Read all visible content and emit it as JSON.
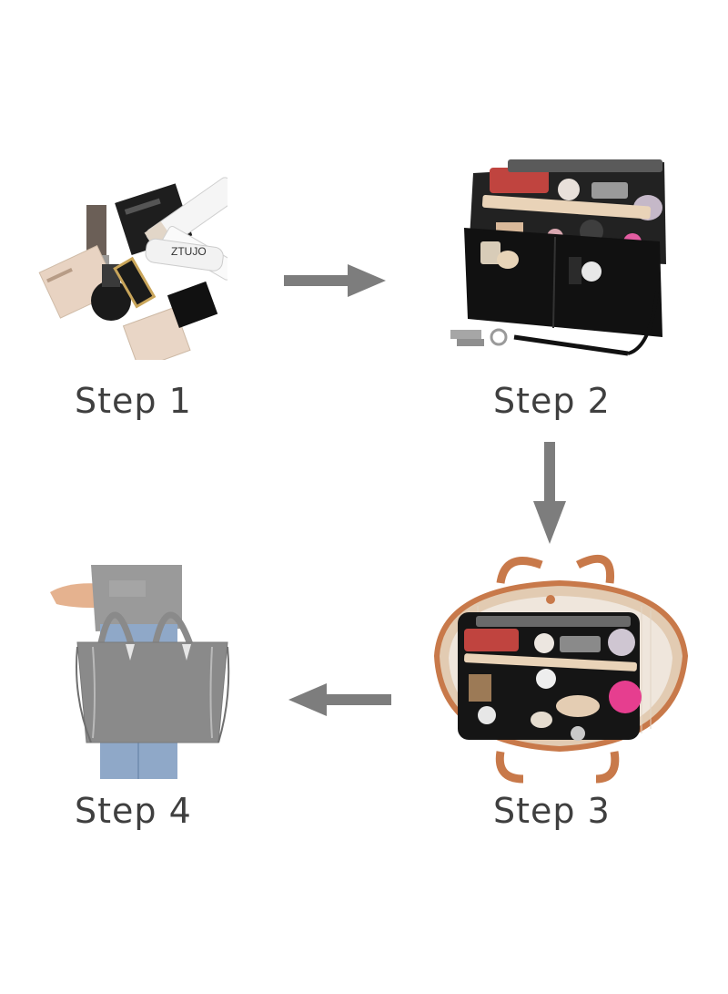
{
  "steps": [
    {
      "label": "Step 1",
      "brand_text": "ZTUJO"
    },
    {
      "label": "Step 2"
    },
    {
      "label": "Step 3"
    },
    {
      "label": "Step 4"
    }
  ],
  "colors": {
    "arrow": "#7d7d7d",
    "label": "#3f3f3f",
    "felt": "#1b1b1b",
    "leather": "#c8794a",
    "canvas_lining": "#efe6dc",
    "gray_tote": "#8a8a8a",
    "denim": "#8fa8c8"
  },
  "icons": [
    "arrow-right-icon",
    "arrow-down-icon",
    "arrow-left-icon"
  ]
}
